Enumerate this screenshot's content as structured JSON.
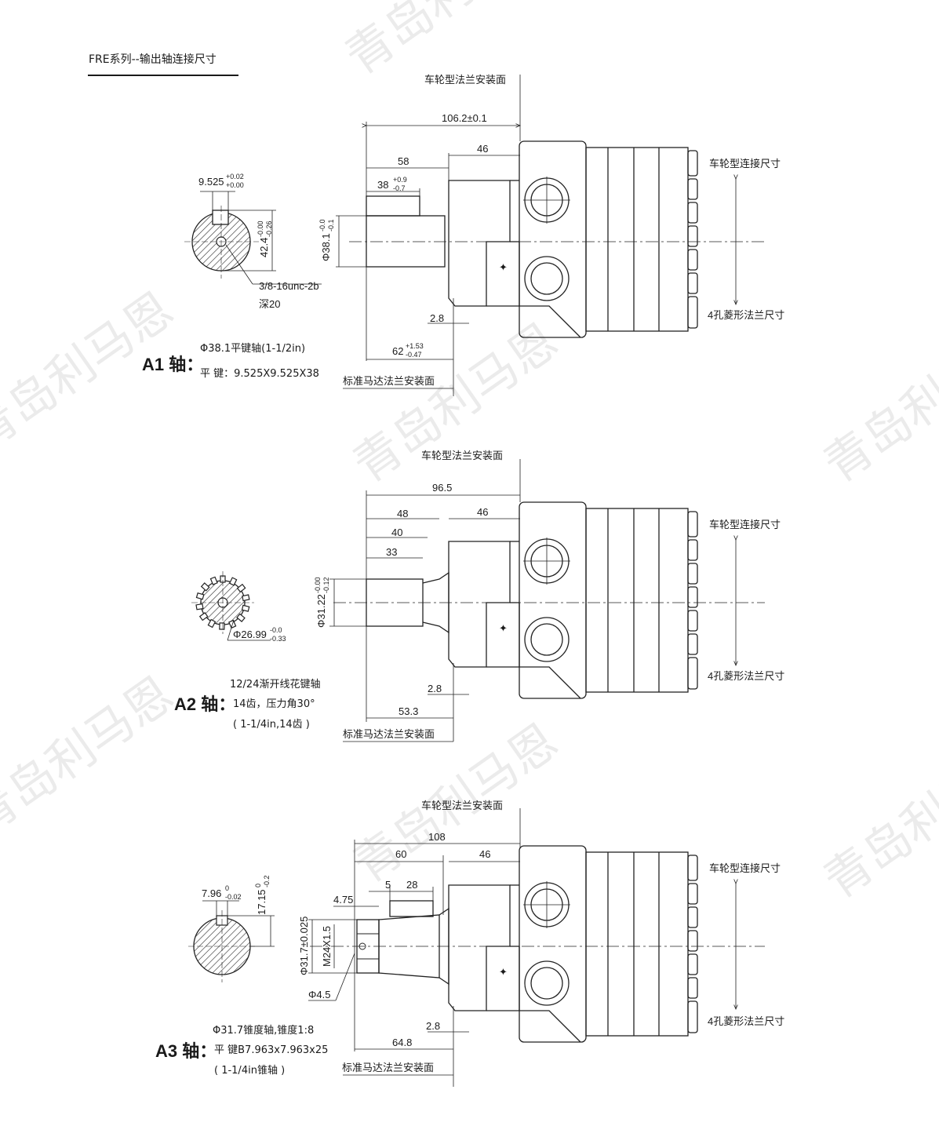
{
  "title": "FRE系列--输出轴连接尺寸",
  "watermark": {
    "text": "青岛利马恩"
  },
  "labels": {
    "wheel_flange": "车轮型法兰安装面",
    "wheel_conn": "车轮型连接尺寸",
    "diamond_flange": "4孔菱形法兰尺寸",
    "std_flange": "标准马达法兰安装面"
  },
  "a1": {
    "name": "A1 轴：",
    "desc1": "Φ38.1平键轴(1-1/2in)",
    "desc2": "平 键：9.525X9.525X38",
    "dims": {
      "total": "106.2±0.1",
      "d58": "58",
      "d46": "46",
      "d38": "38",
      "d38_tol_up": "+0.9",
      "d38_tol_lo": "-0.7",
      "d28": "2.8",
      "d62": "62",
      "d62_tol_up": "+1.53",
      "d62_tol_lo": "-0.47",
      "shaft_dia": "Φ38.1",
      "shaft_tol_up": "-0.0",
      "shaft_tol_lo": "-0.1",
      "key_w": "9.525",
      "key_tol_up": "+0.02",
      "key_tol_lo": "+0.00",
      "key_h": "42.4",
      "key_h_tol_up": "-0.00",
      "key_h_tol_lo": "-0.26",
      "thread": "3/8-16unc-2b",
      "depth": "深20"
    }
  },
  "a2": {
    "name": "A2 轴：",
    "desc1": "12/24渐开线花键轴",
    "desc2": "14齿，压力角30°",
    "desc3": "( 1-1/4in,14齿 )",
    "dims": {
      "total": "96.5",
      "d48": "48",
      "d46": "46",
      "d40": "40",
      "d33": "33",
      "d28": "2.8",
      "d53": "53.3",
      "shaft_dia": "Φ31.22",
      "shaft_tol_up": "-0.00",
      "shaft_tol_lo": "-0.12",
      "spline_dia": "Φ26.99",
      "spline_tol_up": "-0.0",
      "spline_tol_lo": "-0.33"
    }
  },
  "a3": {
    "name": "A3 轴：",
    "desc1": "Φ31.7锥度轴,锥度1:8",
    "desc2": "平 键B7.963x7.963x25",
    "desc3": "( 1-1/4in锥轴 )",
    "dims": {
      "total": "108",
      "d60": "60",
      "d46": "46",
      "d5": "5",
      "d28b": "28",
      "d475": "4.75",
      "d28": "2.8",
      "d64": "64.8",
      "shaft_dia": "Φ31.7±0.025",
      "thread": "M24X1.5",
      "pin": "Φ4.5",
      "key_w": "7.96",
      "key_tol_up": "0",
      "key_tol_lo": "-0.02",
      "key_h": "17.15",
      "key_h_tol_up": "0",
      "key_h_tol_lo": "-0.2"
    }
  }
}
